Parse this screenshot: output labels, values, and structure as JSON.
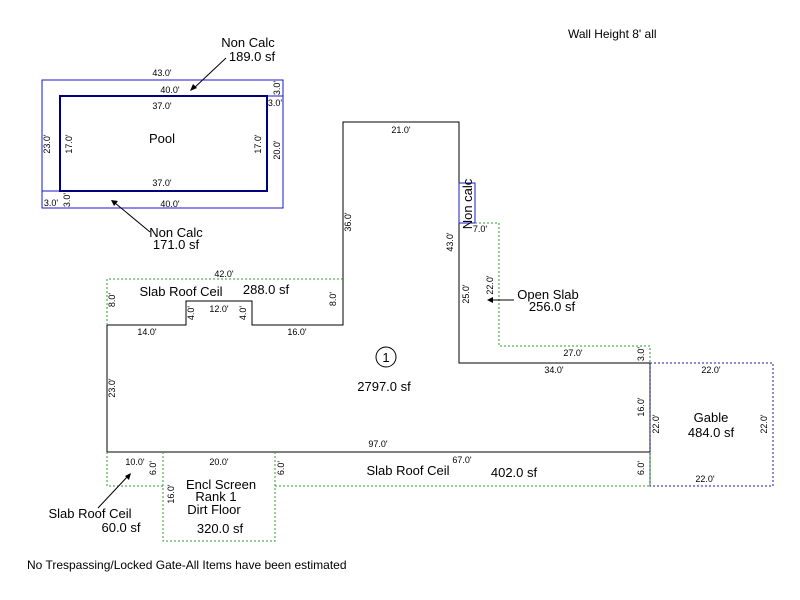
{
  "header": {
    "wall_height": "Wall Height 8' all"
  },
  "footer": {
    "note": "No Trespassing/Locked Gate-All Items have been estimated"
  },
  "colors": {
    "main_line": "#000000",
    "pool_outer": "#1a1acc",
    "pool_inner": "#00007a",
    "slab": "#2e9e2e",
    "gable": "#1a1aaa"
  },
  "pool": {
    "label": "Pool",
    "non_calc_top": {
      "title": "Non Calc",
      "area": "189.0 sf"
    },
    "non_calc_bottom": {
      "title": "Non Calc",
      "area": "171.0 sf"
    },
    "dims": {
      "outer_top": "43.0'",
      "top_40": "40.0'",
      "top_37": "37.0'",
      "bottom_37": "37.0'",
      "bottom_40": "40.0'",
      "left_23": "23.0'",
      "left_17": "17.0'",
      "right_17": "17.0'",
      "right_20": "20.0'",
      "right_3_top": "3.0'",
      "right_3_mid": "3.0'",
      "left_3_low": "3.0'",
      "left_3_corner": "3.0'"
    }
  },
  "main": {
    "marker": "1",
    "area": "2797.0 sf",
    "dims": {
      "top_21": "21.0'",
      "left_36": "36.0'",
      "right_43": "43.0'",
      "left_8": "8.0'",
      "step_16": "16.0'",
      "step_4a": "4.0'",
      "step_12": "12.0'",
      "step_4b": "4.0'",
      "step_14": "14.0'",
      "left_23": "23.0'",
      "bottom_97": "97.0'",
      "inner_34": "34.0'",
      "right_16": "16.0'",
      "right_25": "25.0'"
    }
  },
  "non_calc_small": {
    "label": "Non calc"
  },
  "slab_top": {
    "label": "Slab Roof Ceil",
    "area": "288.0 sf",
    "dims": {
      "top_42": "42.0'",
      "left_8": "8.0'"
    }
  },
  "open_slab": {
    "title": "Open Slab",
    "area": "256.0 sf",
    "dims": {
      "top_7": "7.0'",
      "side_22": "22.0'",
      "bottom_27": "27.0'",
      "right_3": "3.0'"
    }
  },
  "gable": {
    "title": "Gable",
    "area": "484.0 sf",
    "dims": {
      "top_22": "22.0'",
      "bottom_22": "22.0'",
      "left_22": "22.0'",
      "right_22": "22.0'"
    }
  },
  "slab_bottom": {
    "label": "Slab Roof Ceil",
    "area": "402.0 sf",
    "dims": {
      "top_67": "67.0'",
      "left_6": "6.0'",
      "right_6": "6.0'"
    }
  },
  "slab_small": {
    "title": "Slab Roof Ceil",
    "area": "60.0 sf",
    "dims": {
      "top_10": "10.0'",
      "right_6": "6.0'"
    }
  },
  "encl": {
    "line1": "Encl Screen",
    "line2": "Rank 1",
    "line3": "Dirt Floor",
    "area": "320.0 sf",
    "dims": {
      "top_20": "20.0'",
      "left_16": "16.0'"
    }
  }
}
